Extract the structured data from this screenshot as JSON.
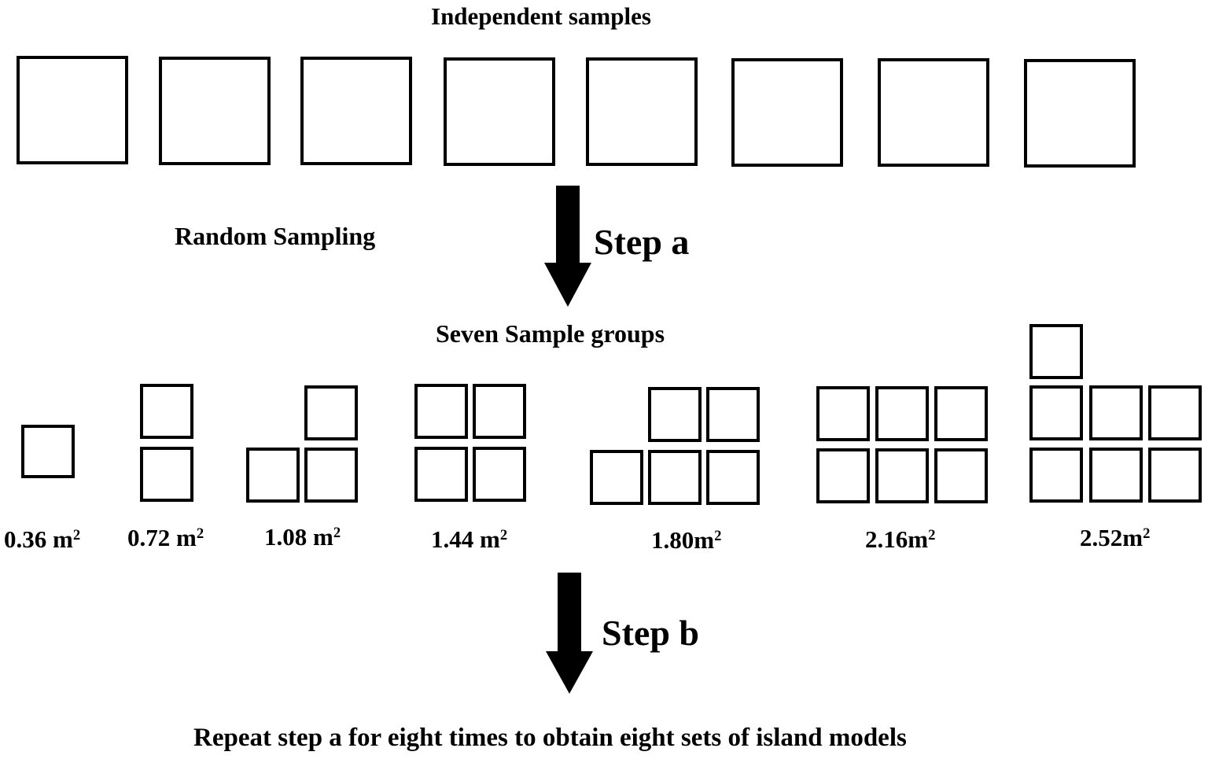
{
  "titles": {
    "top": "Independent samples",
    "middle": "Seven Sample groups",
    "bottom": "Repeat step a for eight times to obtain eight sets of island models"
  },
  "annotations": {
    "random_sampling": "Random Sampling",
    "step_a": "Step a",
    "step_b": "Step b"
  },
  "groups": [
    {
      "value": "0.36 m",
      "unit_exp": "2",
      "quadrats": 1
    },
    {
      "value": "0.72 m",
      "unit_exp": "2",
      "quadrats": 2
    },
    {
      "value": "1.08 m",
      "unit_exp": "2",
      "quadrats": 3
    },
    {
      "value": "1.44 m",
      "unit_exp": "2",
      "quadrats": 4
    },
    {
      "value": "1.80m",
      "unit_exp": "2",
      "quadrats": 5
    },
    {
      "value": "2.16m",
      "unit_exp": "2",
      "quadrats": 6
    },
    {
      "value": "2.52m",
      "unit_exp": "2",
      "quadrats": 7
    }
  ],
  "independent_sample_count": 8,
  "colors": {
    "stroke": "#000000",
    "background": "#ffffff"
  }
}
